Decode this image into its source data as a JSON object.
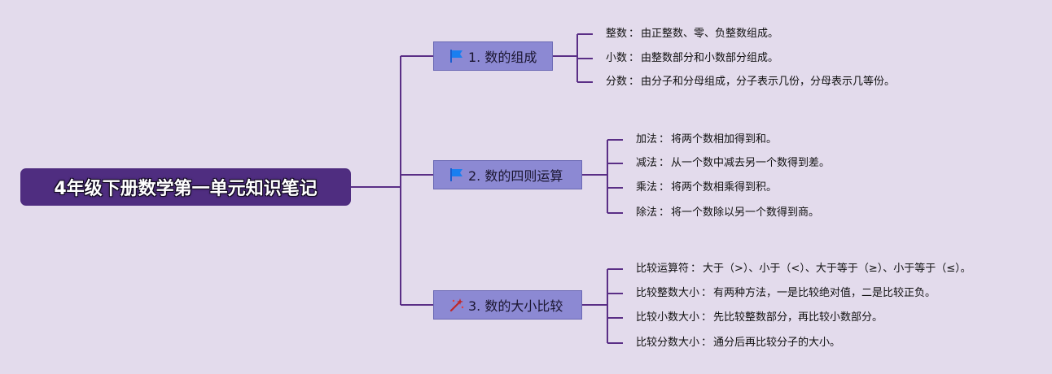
{
  "root": {
    "title": "4年级下册数学第一单元知识笔记"
  },
  "colors": {
    "background": "#e3dbec",
    "root_fill": "#4f2d80",
    "branch_fill": "#8c89d3",
    "line": "#5a2e86",
    "flag": "#1a7ff0",
    "wand": "#c0282a"
  },
  "branches": [
    {
      "label": "1. 数的组成",
      "icon": "flag-icon",
      "items": [
        {
          "key": "整数",
          "sep": "：",
          "value": "由正整数、零、负整数组成。"
        },
        {
          "key": "小数",
          "sep": "：",
          "value": "由整数部分和小数部分组成。"
        },
        {
          "key": "分数",
          "sep": "：",
          "value": "由分子和分母组成，分子表示几份，分母表示几等份。"
        }
      ]
    },
    {
      "label": "2. 数的四则运算",
      "icon": "flag-icon",
      "items": [
        {
          "key": "加法",
          "sep": "：",
          "value": "将两个数相加得到和。"
        },
        {
          "key": "减法",
          "sep": "：",
          "value": "从一个数中减去另一个数得到差。"
        },
        {
          "key": "乘法",
          "sep": "：",
          "value": "将两个数相乘得到积。"
        },
        {
          "key": "除法",
          "sep": "：",
          "value": "将一个数除以另一个数得到商。"
        }
      ]
    },
    {
      "label": "3. 数的大小比较",
      "icon": "magic-wand-icon",
      "items": [
        {
          "key": "比较运算符",
          "sep": "：",
          "value": "大于（>）、小于（<）、大于等于（≥）、小于等于（≤）。"
        },
        {
          "key": "比较整数大小",
          "sep": "：",
          "value": "有两种方法，一是比较绝对值，二是比较正负。"
        },
        {
          "key": "比较小数大小",
          "sep": "：",
          "value": "先比较整数部分，再比较小数部分。"
        },
        {
          "key": "比较分数大小",
          "sep": "：",
          "value": "通分后再比较分子的大小。"
        }
      ]
    }
  ]
}
